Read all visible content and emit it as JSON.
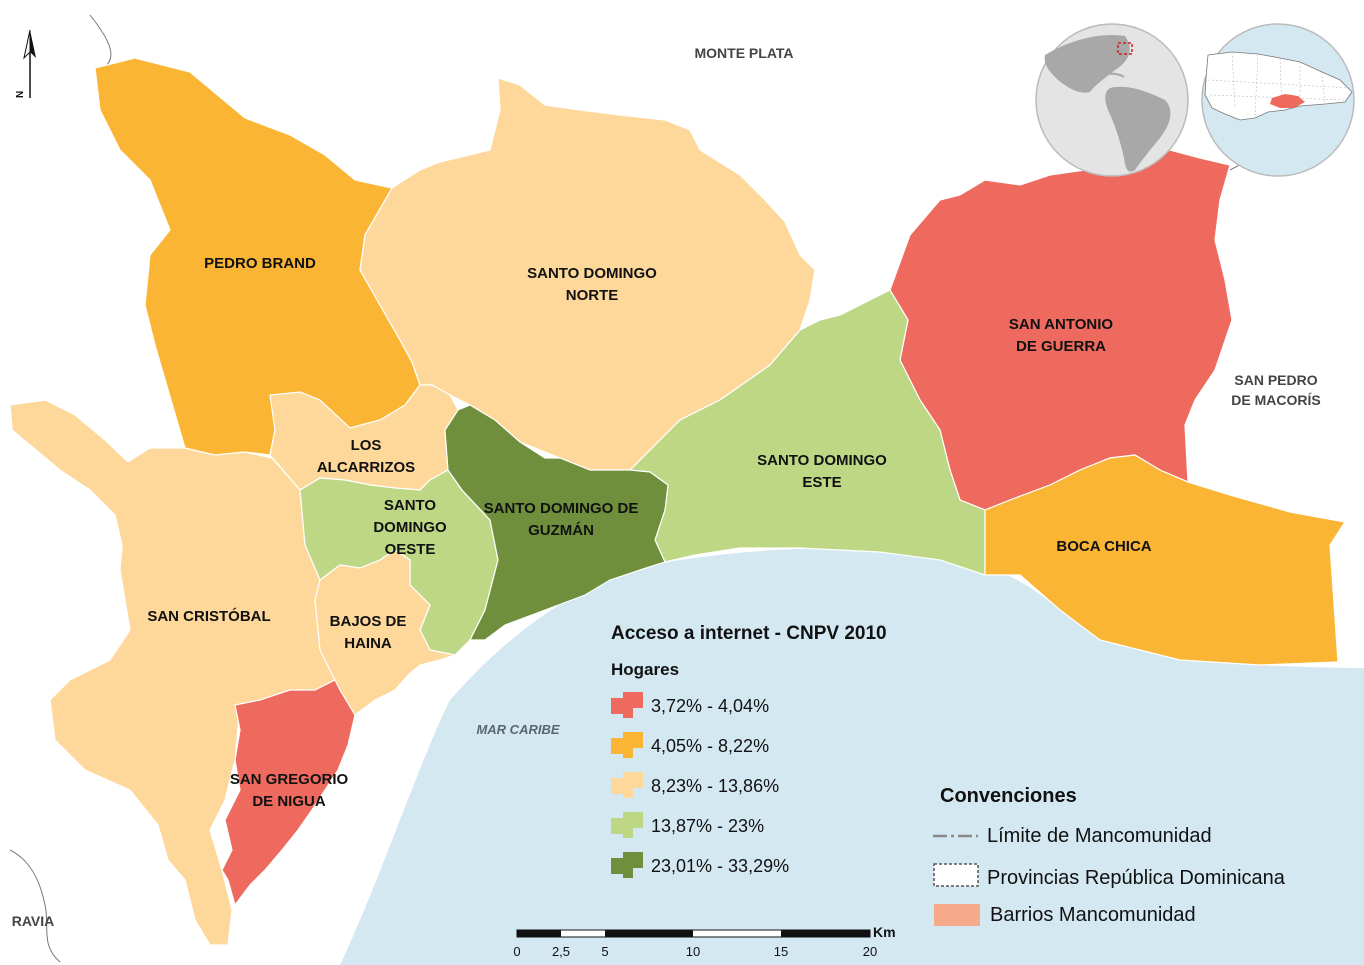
{
  "legend": {
    "title": "Acceso a internet - CNPV 2010",
    "subtitle": "Hogares",
    "classes": [
      {
        "label": "3,72% - 4,04%",
        "color": "#ee6a5e"
      },
      {
        "label": "4,05% - 8,22%",
        "color": "#fbb535"
      },
      {
        "label": "8,23% - 13,86%",
        "color": "#fdd89a"
      },
      {
        "label": "13,87% - 23%",
        "color": "#bdd785"
      },
      {
        "label": "23,01% - 33,29%",
        "color": "#6f8f3c"
      }
    ]
  },
  "conventions": {
    "title": "Convenciones",
    "items": [
      {
        "label": "Límite de Mancomunidad",
        "symbol": "dash-dot-line"
      },
      {
        "label": "Provincias República Dominicana",
        "symbol": "dashed-box"
      },
      {
        "label": "Barrios Mancomunidad",
        "symbol": "salmon-box",
        "color": "#f9a98b"
      }
    ]
  },
  "municipalities": {
    "pedro_brand": {
      "lines": [
        "PEDRO BRAND"
      ],
      "class": 1
    },
    "sd_norte": {
      "lines": [
        "SANTO DOMINGO",
        "NORTE"
      ],
      "class": 2
    },
    "san_antonio": {
      "lines": [
        "SAN ANTONIO",
        "DE GUERRA"
      ],
      "class": 0
    },
    "sd_este": {
      "lines": [
        "SANTO DOMINGO",
        "ESTE"
      ],
      "class": 3
    },
    "boca_chica": {
      "lines": [
        "BOCA CHICA"
      ],
      "class": 1
    },
    "los_alcarrizos": {
      "lines": [
        "LOS",
        "ALCARRIZOS"
      ],
      "class": 2
    },
    "sd_oeste": {
      "lines": [
        "SANTO",
        "DOMINGO",
        "OESTE"
      ],
      "class": 3
    },
    "sd_guzman": {
      "lines": [
        "SANTO DOMINGO DE",
        "GUZMÁN"
      ],
      "class": 4
    },
    "san_cristobal": {
      "lines": [
        "SAN CRISTÓBAL"
      ],
      "class": 2
    },
    "bajos_haina": {
      "lines": [
        "BAJOS DE",
        "HAINA"
      ],
      "class": 2
    },
    "san_gregorio": {
      "lines": [
        "SAN GREGORIO",
        "DE NIGUA"
      ],
      "class": 0
    }
  },
  "external_labels": {
    "monte_plata": "MONTE PLATA",
    "san_pedro": [
      "SAN PEDRO",
      "DE MACORÍS"
    ],
    "ravia": "RAVIA",
    "mar_caribe": "MAR CARIBE"
  },
  "north_arrow": "N",
  "scale_bar": {
    "ticks": [
      "0",
      "2,5",
      "5",
      "10",
      "15",
      "20"
    ],
    "unit": "Km"
  },
  "colors": {
    "sea": "#d4e8f2",
    "globe": "#e4e4e4",
    "inset_highlight": "#ee6a5e"
  }
}
